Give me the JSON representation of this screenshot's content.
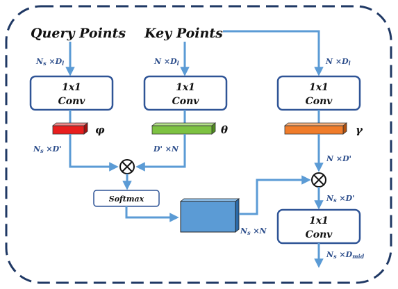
{
  "inputs": {
    "query_points": "Query Points",
    "key_points": "Key Points"
  },
  "conv": {
    "line1": "1x1",
    "line2": "Conv"
  },
  "dims": {
    "q_in_main": "N",
    "q_in_sub": "s",
    "q_in_rest": " ×D",
    "q_in_sub2": "l",
    "k_in": "N ×D",
    "k_in_sub": "l",
    "v_in": "N ×D",
    "v_in_sub": "l",
    "phi_out_main": "N",
    "phi_out_sub": "s",
    "phi_out_rest": " ×D'",
    "theta_out": "D' ×N",
    "gamma_out": "N ×D'",
    "attn_main": "N",
    "attn_sub": "s",
    "attn_rest": " ×N",
    "mul_out_main": "N",
    "mul_out_sub": "s",
    "mul_out_rest": " ×D'",
    "final_main": "N",
    "final_sub": "s",
    "final_rest": " ×D",
    "final_sub2": "mid"
  },
  "symbols": {
    "phi": "φ",
    "theta": "θ",
    "gamma": "γ",
    "multiply": "⊗"
  },
  "softmax": "Softmax",
  "colors": {
    "arrow": "#5b9bd5",
    "box_border": "#2f5496",
    "phi_bar": "#e81e1e",
    "theta_bar": "#7dc242",
    "gamma_bar": "#f07c2a",
    "attention": "#5b9bd5",
    "frame": "#1f3864"
  }
}
